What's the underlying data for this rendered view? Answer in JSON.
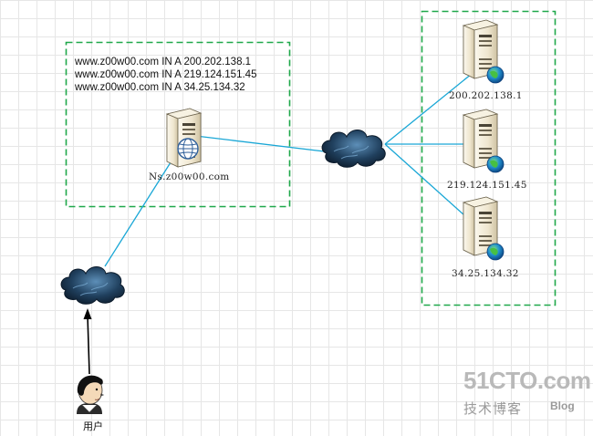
{
  "dns_records": [
    "www.z00w00.com IN A 200.202.138.1",
    "www.z00w00.com IN A 219.124.151.45",
    "www.z00w00.com IN A 34.25.134.32"
  ],
  "dns_server_label": "Ns.z00w00.com",
  "web_servers": [
    {
      "label": "200.202.138.1"
    },
    {
      "label": "219.124.151.45"
    },
    {
      "label": "34.25.134.32"
    }
  ],
  "user_label": "用户",
  "watermark": {
    "site": "51CTO.com",
    "chinese": "技术博客",
    "blog": "Blog"
  },
  "colors": {
    "link": "#1aa7d6",
    "dashed_box": "#1fa84a",
    "cloud": "#1d3a55",
    "server_body": "#efe6cf"
  },
  "icons": {
    "dns_server": "server-globe-icon",
    "web_server": "server-icon",
    "network": "cloud-icon",
    "user": "person-icon"
  }
}
